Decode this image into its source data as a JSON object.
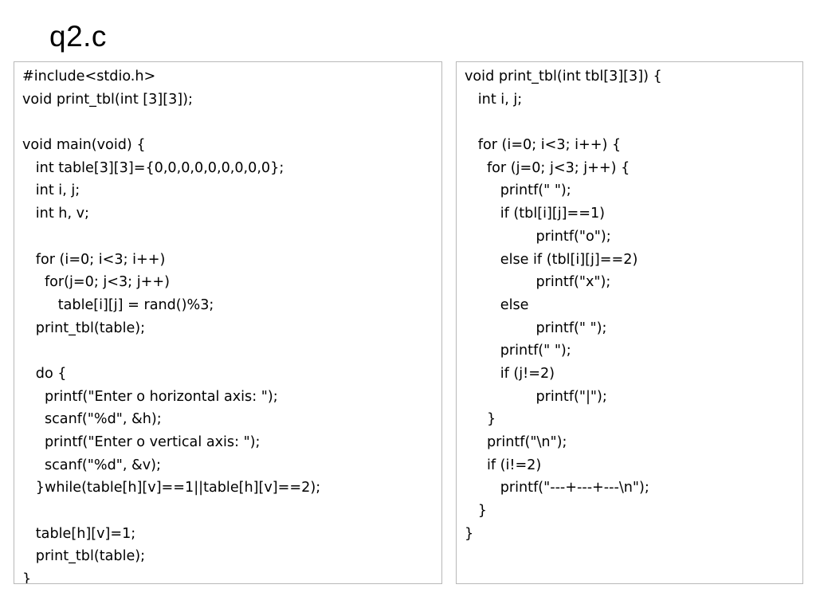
{
  "slide": {
    "title": "q2.c"
  },
  "panels": {
    "left": {
      "lines": [
        "#include<stdio.h>",
        "void print_tbl(int [3][3]);",
        "",
        "void main(void) {",
        "   int table[3][3]={0,0,0,0,0,0,0,0,0};",
        "   int i, j;",
        "   int h, v;",
        "",
        "   for (i=0; i<3; i++)",
        "     for(j=0; j<3; j++)",
        "        table[i][j] = rand()%3;",
        "   print_tbl(table);",
        "",
        "   do {",
        "     printf(\"Enter o horizontal axis: \");",
        "     scanf(\"%d\", &h);",
        "     printf(\"Enter o vertical axis: \");",
        "     scanf(\"%d\", &v);",
        "   }while(table[h][v]==1||table[h][v]==2);",
        "",
        "   table[h][v]=1;",
        "   print_tbl(table);",
        "}"
      ]
    },
    "right": {
      "lines": [
        "void print_tbl(int tbl[3][3]) {",
        "   int i, j;",
        "",
        "   for (i=0; i<3; i++) {",
        "     for (j=0; j<3; j++) {",
        "        printf(\" \");",
        "        if (tbl[i][j]==1)",
        "                printf(\"o\");",
        "        else if (tbl[i][j]==2)",
        "                printf(\"x\");",
        "        else",
        "                printf(\" \");",
        "        printf(\" \");",
        "        if (j!=2)",
        "                printf(\"|\");",
        "     }",
        "     printf(\"\\n\");",
        "     if (i!=2)",
        "        printf(\"---+---+---\\n\");",
        "   }",
        "}"
      ]
    }
  }
}
